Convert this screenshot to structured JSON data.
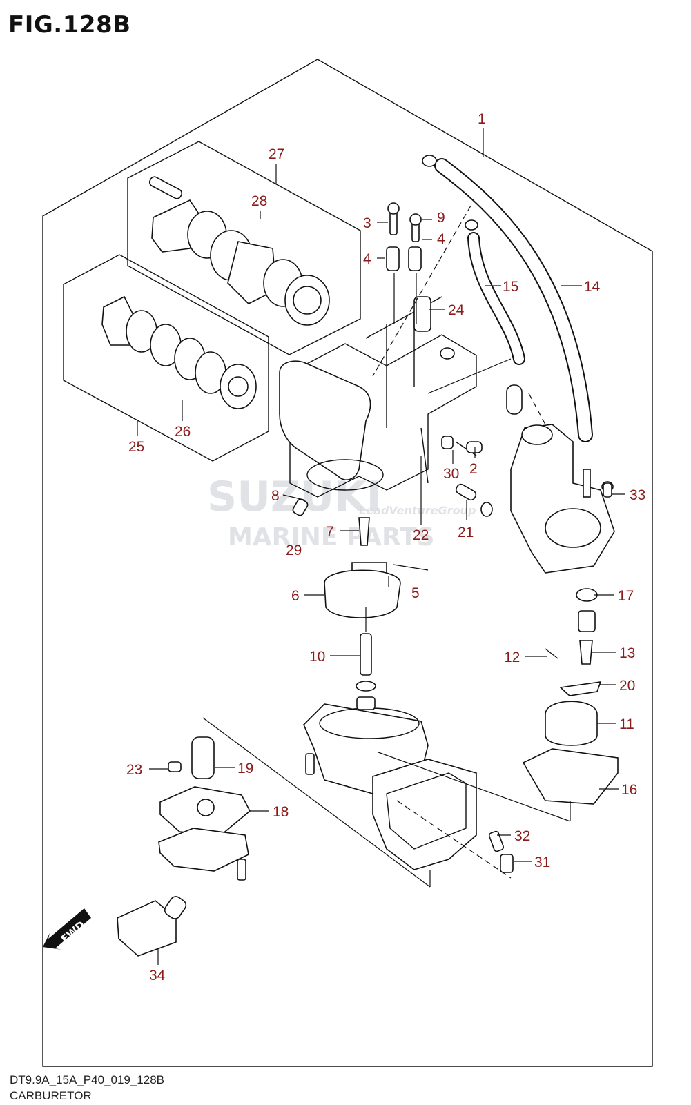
{
  "figure_title": "FIG.128B",
  "footer": {
    "code": "DT9.9A_15A_P40_019_128B",
    "name": "CARBURETOR"
  },
  "watermark": {
    "brand": "SUZUKI",
    "line2": "MARINE PARTS",
    "tag": "LeadVentureGroup"
  },
  "fwd_label": "FWD",
  "accent_color": "#8b1a1a",
  "callouts": [
    "1",
    "27",
    "28",
    "3",
    "9",
    "4",
    "4",
    "15",
    "14",
    "24",
    "25",
    "26",
    "2",
    "30",
    "33",
    "8",
    "29",
    "7",
    "22",
    "21",
    "6",
    "5",
    "17",
    "10",
    "12",
    "13",
    "20",
    "11",
    "23",
    "19",
    "16",
    "18",
    "32",
    "31",
    "34"
  ]
}
